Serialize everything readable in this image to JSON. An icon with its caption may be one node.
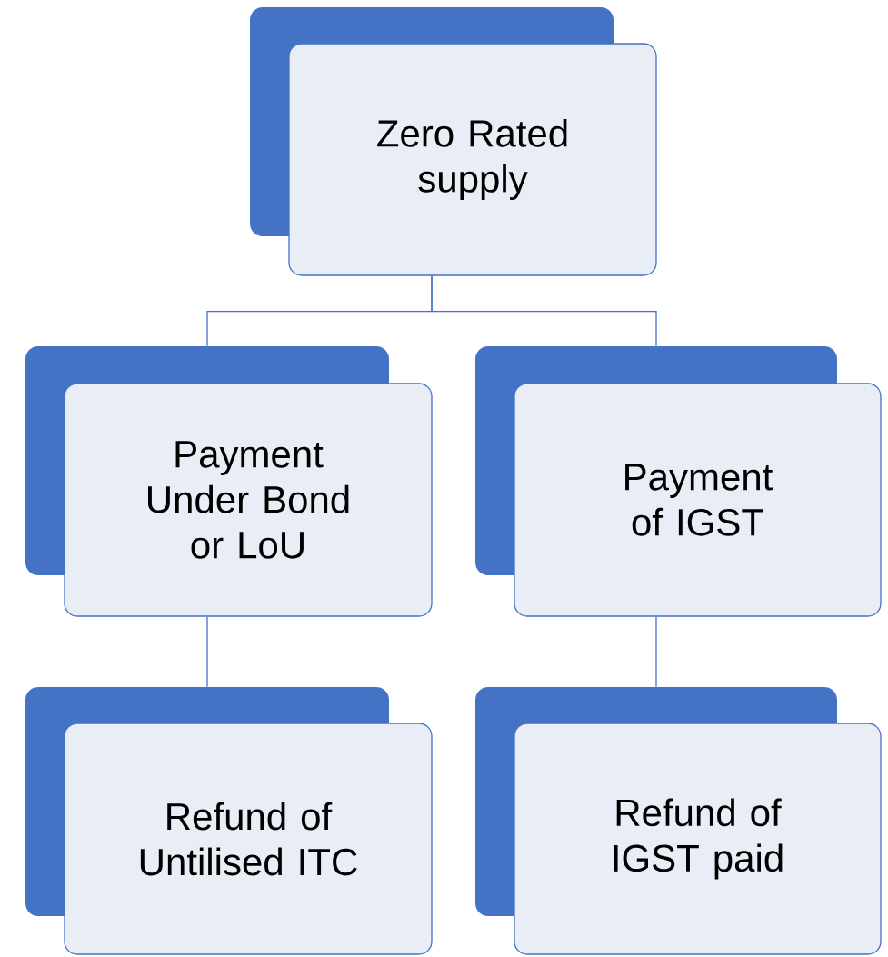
{
  "diagram": {
    "nodes": [
      {
        "text": [
          "Zero Rated supply"
        ]
      },
      {
        "text": [
          "Payment Under Bond or LoU"
        ]
      },
      {
        "text": [
          "Payment of IGST"
        ]
      },
      {
        "text": [
          "Refund of Untilised ITC"
        ]
      },
      {
        "text": [
          "Refund of IGST paid"
        ]
      }
    ],
    "edges": [
      {
        "from": 0,
        "to": 1,
        "arrow": "none"
      },
      {
        "from": 0,
        "to": 2,
        "arrow": "none"
      },
      {
        "from": 1,
        "to": 3,
        "arrow": "none"
      },
      {
        "from": 2,
        "to": 4,
        "arrow": "none"
      }
    ]
  }
}
